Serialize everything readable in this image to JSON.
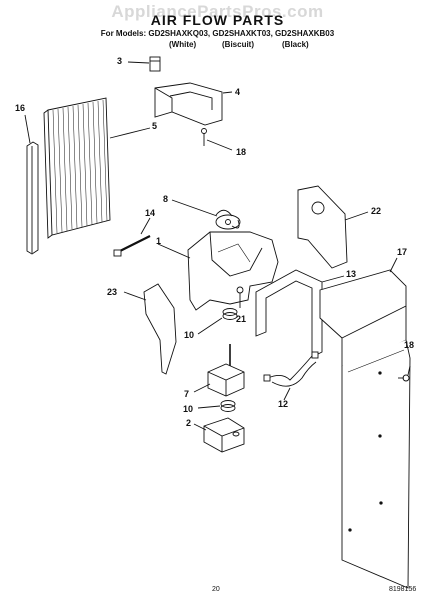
{
  "watermark": "AppliancePartsPros.com",
  "title": "AIR FLOW PARTS",
  "models_line": "For Models: GD2SHAXKQ03, GD2SHAXKT03, GD2SHAXKB03",
  "variants": [
    "(White)",
    "(Biscuit)",
    "(Black)"
  ],
  "callouts": {
    "c3": "3",
    "c4": "4",
    "c16": "16",
    "c5": "5",
    "c18a": "18",
    "c8": "8",
    "c14": "14",
    "c22": "22",
    "c1": "1",
    "c17": "17",
    "c13": "13",
    "c23": "23",
    "c21": "21",
    "c10a": "10",
    "c18b": "18",
    "c7": "7",
    "c12": "12",
    "c10b": "10",
    "c2": "2"
  },
  "page_number": "20",
  "doc_number": "8198156"
}
